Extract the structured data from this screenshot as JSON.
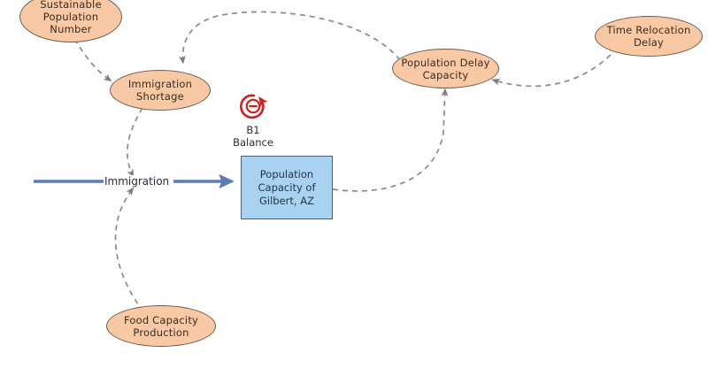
{
  "diagram": {
    "type": "causal-loop-stock-flow",
    "title_text": null,
    "background_color": "#ffffff",
    "ellipse_fill": "#f8c9a4",
    "ellipse_border": "#6b5b52",
    "stock_fill": "#a8d3f0",
    "stock_border": "#4a5f72",
    "link_color": "#8a8a8a",
    "flow_color": "#5b7bba",
    "loop_color": "#d41e1e"
  },
  "nodes": {
    "sustainable_population_number": {
      "label": "Sustainable\nPopulation\nNumber",
      "shape": "ellipse"
    },
    "immigration_shortage": {
      "label": "Immigration\nShortage",
      "shape": "ellipse"
    },
    "population_delay_capacity": {
      "label": "Population Delay\nCapacity",
      "shape": "ellipse"
    },
    "time_relocation_delay": {
      "label": "Time Relocation\nDelay",
      "shape": "ellipse"
    },
    "food_capacity_production": {
      "label": "Food Capacity\nProduction",
      "shape": "ellipse"
    },
    "population_capacity_stock": {
      "label": "Population\nCapacity of\nGilbert, AZ",
      "shape": "rectangle"
    }
  },
  "flows": {
    "immigration": {
      "label": "Immigration",
      "type": "inflow",
      "target": "population_capacity_stock"
    }
  },
  "loop": {
    "id_label": "B1",
    "type_label": "Balance",
    "polarity_symbol": "−",
    "direction": "counter-clockwise"
  },
  "links": [
    {
      "from": "sustainable_population_number",
      "to": "immigration_shortage",
      "style": "dashed"
    },
    {
      "from": "population_delay_capacity",
      "to": "immigration_shortage",
      "style": "dashed"
    },
    {
      "from": "immigration_shortage",
      "to": "immigration",
      "style": "dashed"
    },
    {
      "from": "food_capacity_production",
      "to": "immigration",
      "style": "dashed"
    },
    {
      "from": "population_capacity_stock",
      "to": "population_delay_capacity",
      "style": "dashed"
    },
    {
      "from": "time_relocation_delay",
      "to": "population_delay_capacity",
      "style": "dashed"
    }
  ]
}
